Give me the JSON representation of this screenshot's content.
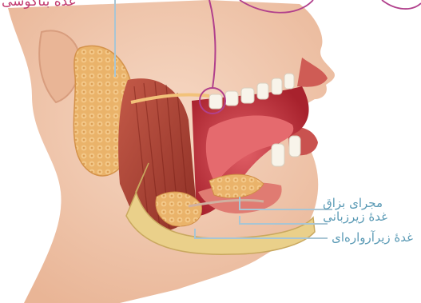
{
  "diagram": {
    "top_label_fragment": "غدهٔ بناگوشی",
    "labels": {
      "salivary_duct": "مجرای بزاق",
      "sublingual_gland": "غدهٔ زیرزبانی",
      "submandibular_gland": "غدهٔ زیرآرواره‌ای"
    },
    "colors": {
      "leader_line": "#a8c5d4",
      "label_text": "#5a9ab5",
      "callout": "#b1408c",
      "skin": "#f1c9b2",
      "muscle": "#b94a3c",
      "gland": "#e8b56d",
      "mouth": "#d94b52"
    }
  }
}
